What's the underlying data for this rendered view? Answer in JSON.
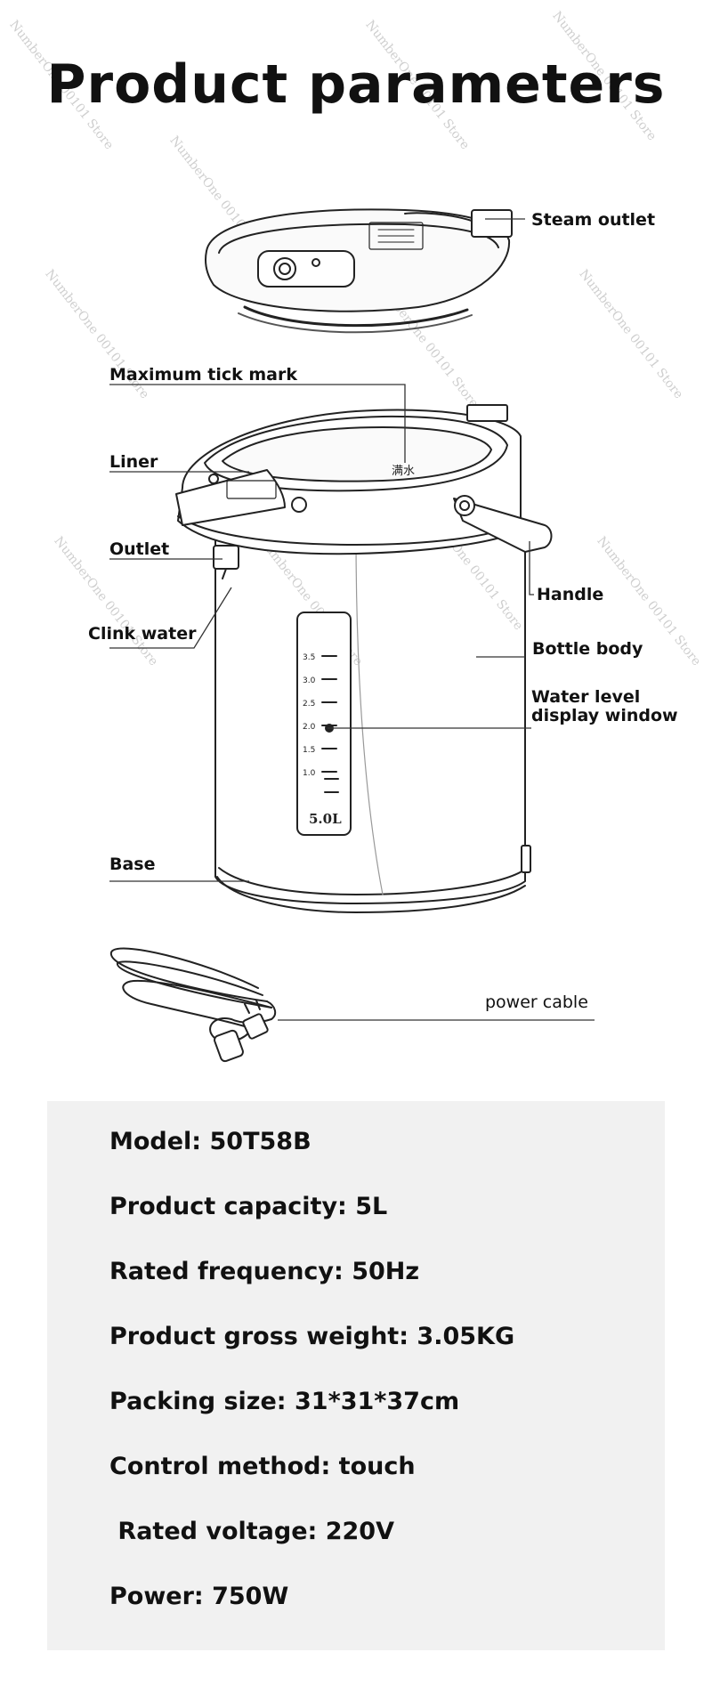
{
  "title": "Product parameters",
  "watermark": "NumberOne 00101 Store",
  "labels": {
    "steam_outlet": "Steam outlet",
    "max_tick_mark": "Maximum tick mark",
    "liner": "Liner",
    "outlet": "Outlet",
    "clink_water": "Clink water",
    "handle": "Handle",
    "bottle_body": "Bottle body",
    "water_level_line1": "Water level",
    "water_level_line2": "display window",
    "base": "Base",
    "power_cable": "power cable"
  },
  "window": {
    "ticks": [
      "3.5",
      "3.0",
      "2.5",
      "2.0",
      "1.5",
      "1.0"
    ],
    "capacity_mark": "5.0L"
  },
  "lid_text": "满水",
  "specs": [
    "Model: 50T58B",
    "Product capacity: 5L",
    "Rated frequency: 50Hz",
    "Product gross weight: 3.05KG",
    "Packing size: 31*31*37cm",
    "Control method: touch",
    " Rated voltage: 220V",
    "Power: 750W"
  ]
}
